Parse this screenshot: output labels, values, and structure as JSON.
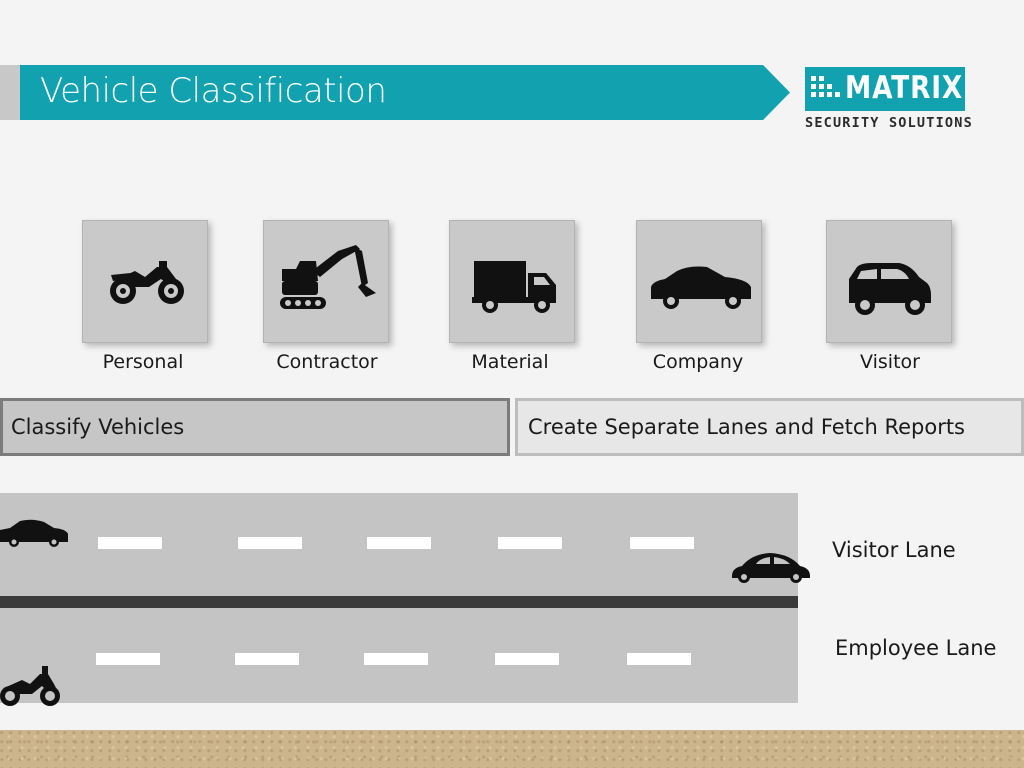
{
  "header": {
    "title": "Vehicle Classification",
    "accent_color": "#12a1af"
  },
  "logo": {
    "name": "MATRIX",
    "tagline": "SECURITY SOLUTIONS"
  },
  "categories": [
    {
      "label": "Personal",
      "icon": "motorcycle-icon"
    },
    {
      "label": "Contractor",
      "icon": "excavator-icon"
    },
    {
      "label": "Material",
      "icon": "truck-icon"
    },
    {
      "label": "Company",
      "icon": "sedan-icon"
    },
    {
      "label": "Visitor",
      "icon": "hatchback-icon"
    }
  ],
  "steps": {
    "left": "Classify Vehicles",
    "right": "Create Separate Lanes and Fetch Reports"
  },
  "lanes": {
    "visitor": "Visitor Lane",
    "employee": "Employee Lane"
  }
}
